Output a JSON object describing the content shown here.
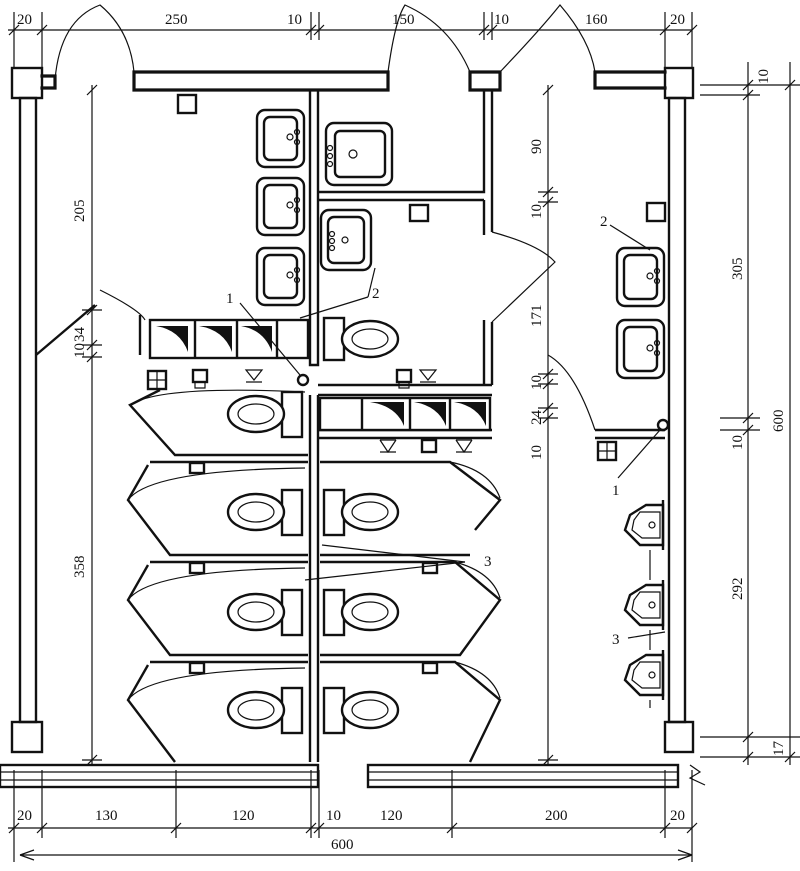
{
  "dims": {
    "top": [
      "20",
      "250",
      "10",
      "150",
      "10",
      "160",
      "20"
    ],
    "bottom": [
      "20",
      "130",
      "120",
      "10",
      "120",
      "200",
      "20"
    ],
    "overall_width": "600",
    "left": [
      "205",
      "34",
      "10",
      "358"
    ],
    "center": [
      "90",
      "10",
      "171",
      "10",
      "24",
      "10"
    ],
    "right": [
      "10",
      "305",
      "10",
      "292",
      "17"
    ],
    "overall_depth": "600"
  },
  "callouts": [
    "1",
    "2",
    "2",
    "1",
    "3",
    "3"
  ]
}
